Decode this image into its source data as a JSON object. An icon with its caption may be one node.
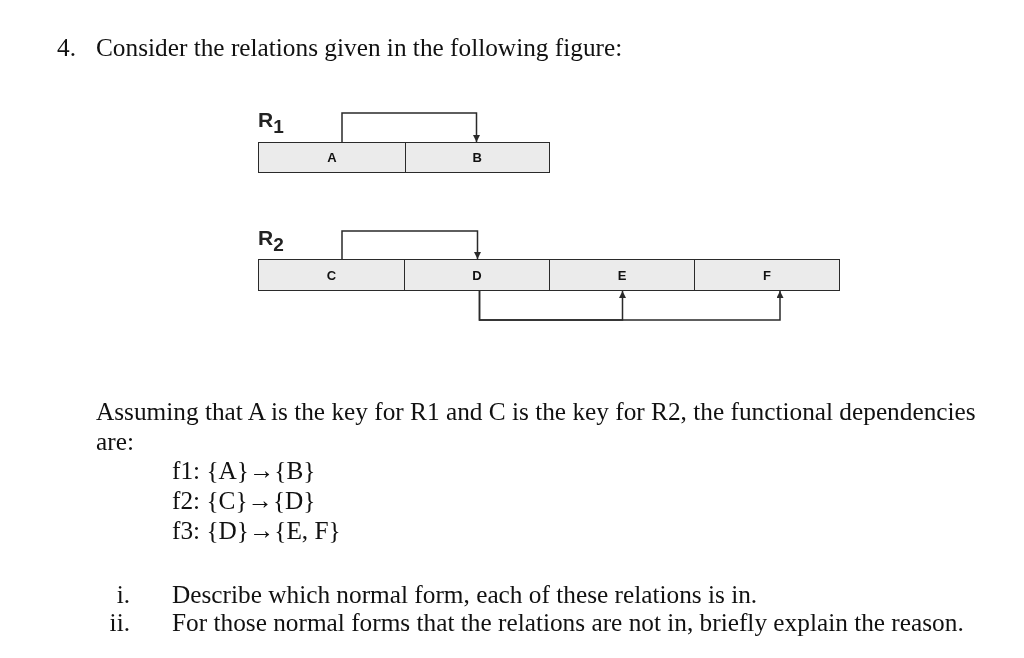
{
  "diagram": {
    "nodes": [
      {
        "text": [
          "R$_{1}$"
        ]
      },
      {
        "text": [
          "A"
        ],
        "in": 0
      },
      {
        "text": [
          "B"
        ],
        "in": 0
      },
      {
        "text": [
          "R$_{2}$"
        ]
      },
      {
        "text": [
          "C"
        ],
        "in": 3
      },
      {
        "text": [
          "D"
        ],
        "in": 3
      },
      {
        "text": [
          "E"
        ],
        "in": 3
      },
      {
        "text": [
          "F"
        ],
        "in": 3
      }
    ],
    "edges": [
      {
        "from": 1,
        "to": 2,
        "arrow": "to"
      },
      {
        "from": 4,
        "to": 5,
        "arrow": "to"
      },
      {
        "from": 5,
        "to": 6,
        "arrow": "to"
      },
      {
        "from": 5,
        "to": 7,
        "arrow": "to"
      }
    ],
    "labels": [
      "4.",
      "Consider the relations given in the following figure:",
      "Assuming that A is the key for R1 and C is the key for R2, the functional dependencies are:",
      "f1: {A}→{B}",
      "f2: {C}→{D}",
      "f3: {D}→{E, F}",
      "i.",
      "Describe which normal form, each of these relations is in.",
      "ii.",
      "For those normal forms that the relations are not in, briefly explain the reason."
    ]
  }
}
